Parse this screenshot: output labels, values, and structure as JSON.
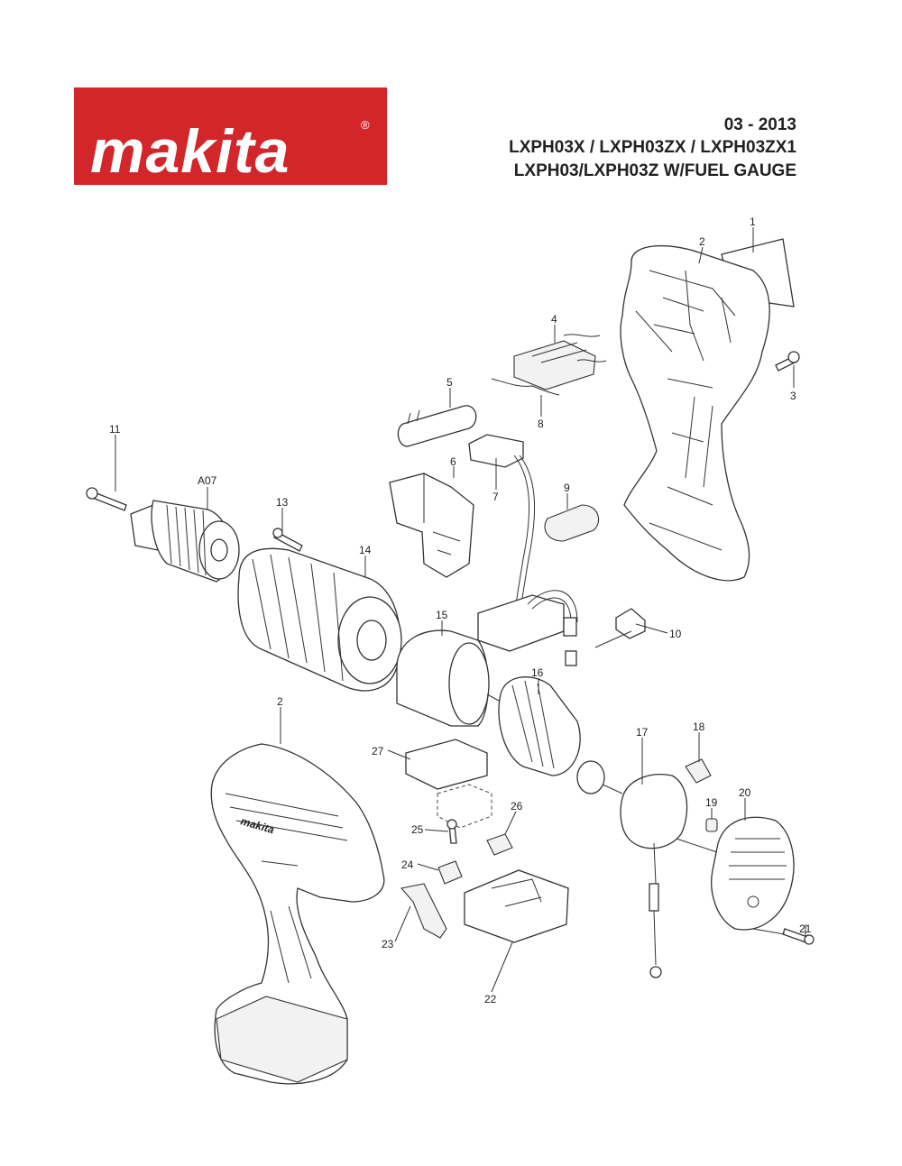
{
  "brand": {
    "logo_text": "makita",
    "registered_mark": "®",
    "logo_color": "#d3262a"
  },
  "header": {
    "date": "03 - 2013",
    "models": "LXPH03X / LXPH03ZX / LXPH03ZX1",
    "subtitle": "LXPH03/LXPH03Z W/FUEL GAUGE"
  },
  "diagram": {
    "callouts": {
      "c1": "1",
      "c2a": "2",
      "c2b": "2",
      "c3": "3",
      "c4": "4",
      "c5": "5",
      "c6": "6",
      "c7": "7",
      "c8": "8",
      "c9": "9",
      "c10": "10",
      "c11": "11",
      "c13": "13",
      "c14": "14",
      "c15": "15",
      "c16": "16",
      "c17": "17",
      "c18": "18",
      "c19": "19",
      "c20": "20",
      "c21": "21",
      "c22": "22",
      "c23": "23",
      "c24": "24",
      "c25": "25",
      "c26": "26",
      "c27": "27",
      "a07": "A07"
    },
    "housing_logo_text": "makita"
  }
}
